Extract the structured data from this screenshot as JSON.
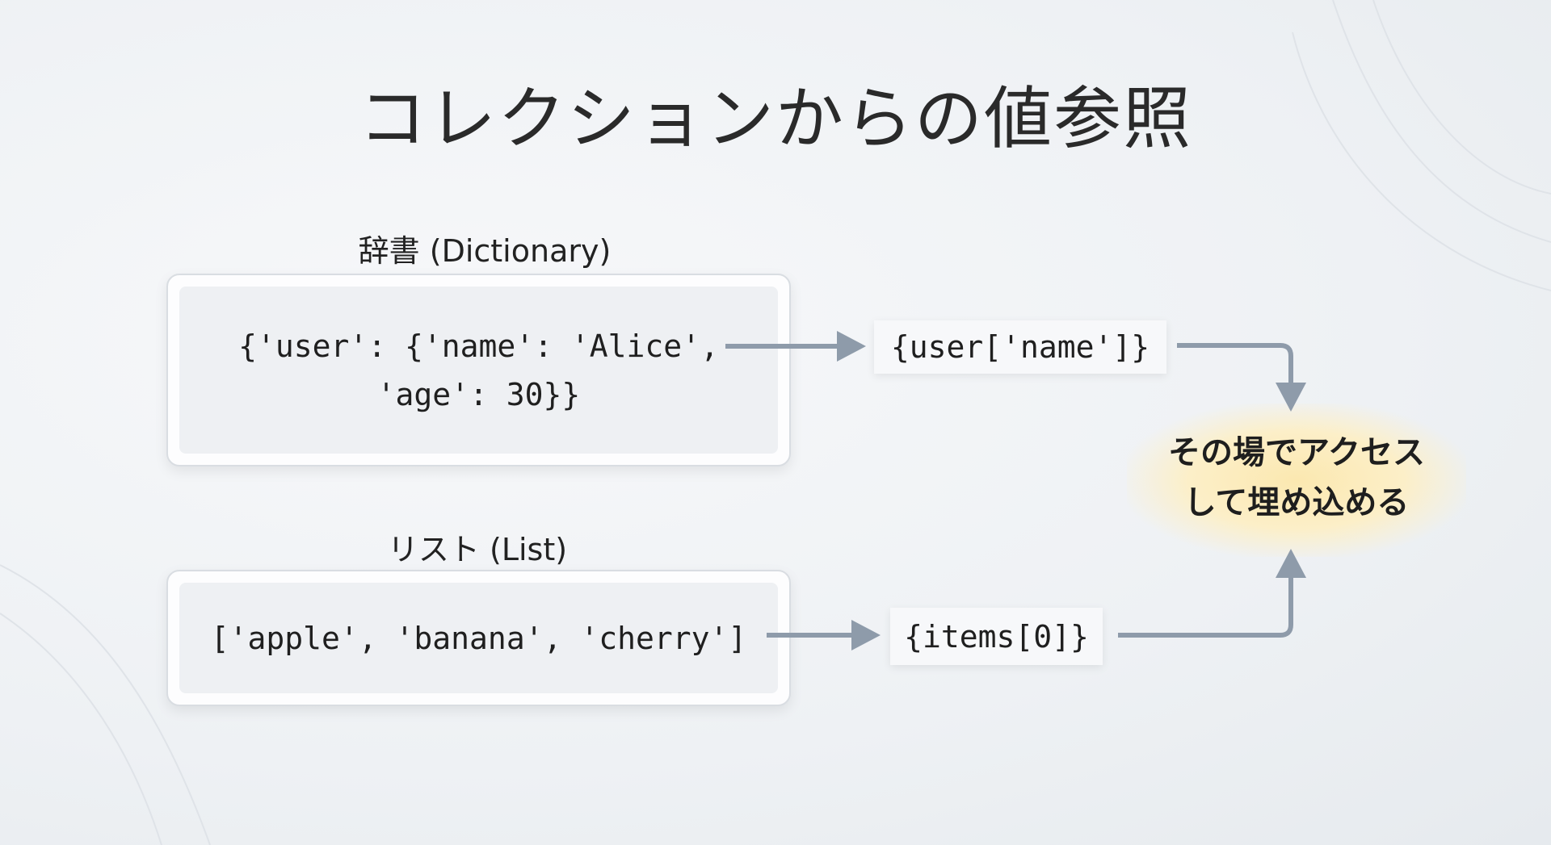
{
  "title": "コレクションからの値参照",
  "dictionary": {
    "label": "辞書 (Dictionary)",
    "code_line1": "{'user': {'name': 'Alice',",
    "code_line2": "'age': 30}}",
    "access": "{user['name']}"
  },
  "list": {
    "label": "リスト (List)",
    "code": "['apple', 'banana', 'cherry']",
    "access": "{items[0]}"
  },
  "result": {
    "line1": "その場でアクセス",
    "line2": "して埋め込める"
  },
  "colors": {
    "arrow": "#8e9baa",
    "highlight": "#fbe8b0"
  }
}
